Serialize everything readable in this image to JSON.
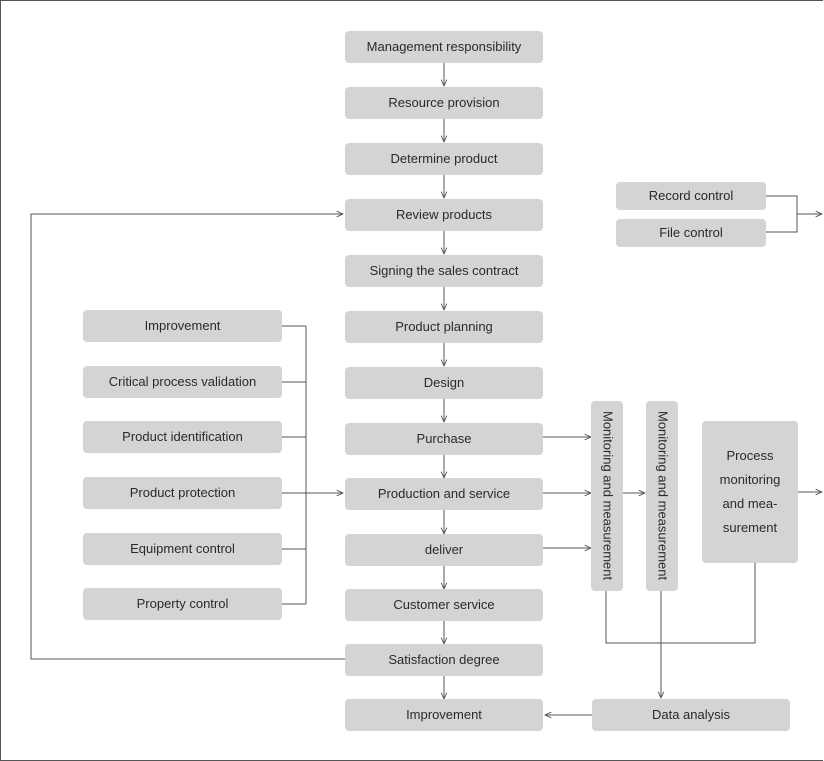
{
  "main_flow": {
    "management_responsibility": "Management responsibility",
    "resource_provision": "Resource provision",
    "determine_product": "Determine product",
    "review_products": "Review products",
    "signing_sales_contract": "Signing the sales contract",
    "product_planning": "Product planning",
    "design": "Design",
    "purchase": "Purchase",
    "production_and_service": "Production and service",
    "deliver": "deliver",
    "customer_service": "Customer service",
    "satisfaction_degree": "Satisfaction degree",
    "improvement": "Improvement"
  },
  "support_processes": {
    "improvement": "Improvement",
    "critical_process_validation": "Critical process validation",
    "product_identification": "Product identification",
    "product_protection": "Product protection",
    "equipment_control": "Equipment control",
    "property_control": "Property control"
  },
  "controls": {
    "record_control": "Record control",
    "file_control": "File control"
  },
  "monitoring": {
    "monitoring_1": "Monitoring and measurement",
    "monitoring_2": "Monitoring and measurement",
    "process_monitoring": "Process monitoring and mea-surement",
    "data_analysis": "Data analysis"
  },
  "colors": {
    "box_fill": "#d4d4d4",
    "line": "#555555",
    "text": "#2a2a2a"
  }
}
